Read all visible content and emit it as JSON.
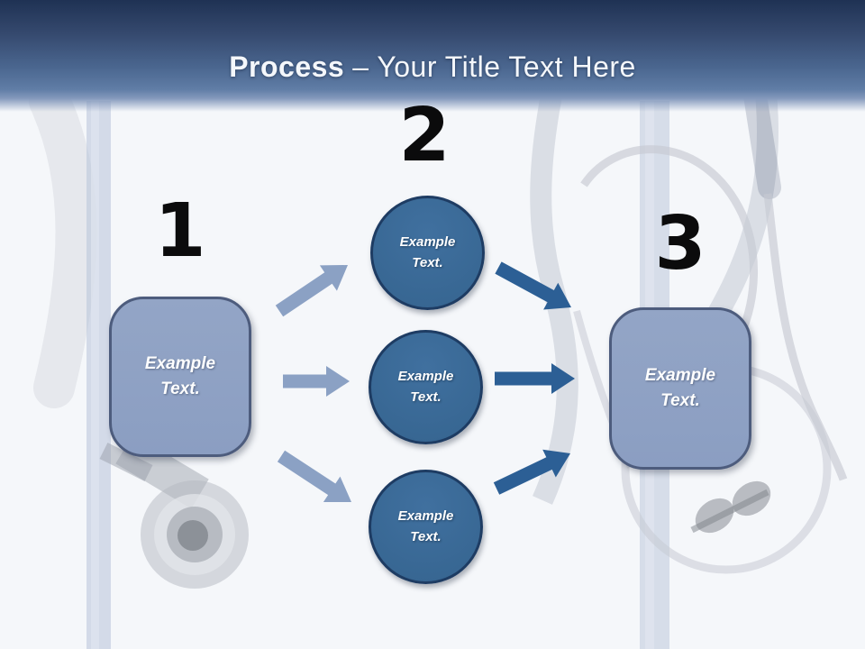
{
  "header": {
    "title_bold": "Process",
    "title_rest": "– Your Title Text Here"
  },
  "diagram": {
    "step1": {
      "number": "1",
      "box_label": "Example Text."
    },
    "step2": {
      "number": "2",
      "circles": [
        {
          "label": "Example Text."
        },
        {
          "label": "Example Text."
        },
        {
          "label": "Example Text."
        }
      ]
    },
    "step3": {
      "number": "3",
      "box_label": "Example Text."
    }
  },
  "background": {
    "description": "faded stethoscope photograph watermark"
  },
  "colors": {
    "header_top": "#1f3254",
    "header_bottom": "#8499bc",
    "title_color": "#f4f7fb",
    "number_color": "#0b0b0c",
    "box_fill": "#8b9ec2",
    "box_border": "#4d5c7d",
    "circle_fill": "#35648f",
    "circle_border": "#1e3c63",
    "arrow_light": "#8ba1c4",
    "arrow_dark": "#2c5f95"
  }
}
